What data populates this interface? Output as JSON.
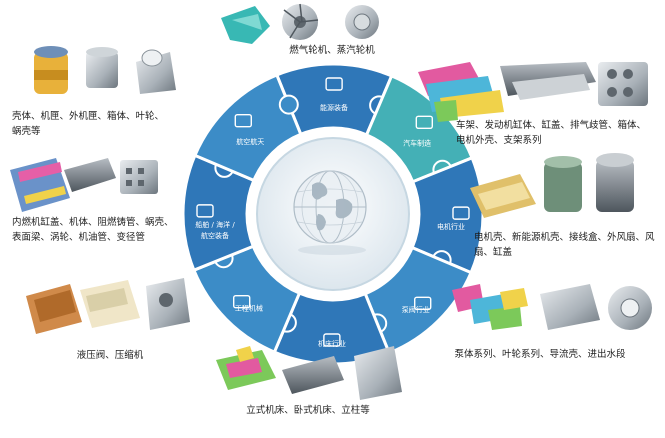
{
  "segments": [
    {
      "key": "energy",
      "label": "能源装备",
      "icon": "power-tower-icon"
    },
    {
      "key": "auto",
      "label": "汽车制造",
      "icon": "car-icon"
    },
    {
      "key": "motor",
      "label": "电机行业",
      "icon": "motor-icon"
    },
    {
      "key": "pump",
      "label": "泵阀行业",
      "icon": "valve-icon"
    },
    {
      "key": "machinetool",
      "label": "机床行业",
      "icon": "machine-tool-icon"
    },
    {
      "key": "engineering",
      "label": "工程机械",
      "icon": "gear-icon"
    },
    {
      "key": "ship",
      "label": [
        "船舶 / 海洋 /",
        "航空装备"
      ],
      "icon": "ship-icon"
    },
    {
      "key": "aero",
      "label": "航空航天",
      "icon": "airplane-icon"
    }
  ],
  "captions": {
    "turbine": "燃气轮机、蒸汽轮机",
    "auto": [
      "车架、发动机缸体、缸盖、排气歧管、箱体、",
      "电机外壳、支架系列"
    ],
    "motor": [
      "电机壳、新能源机壳、接线盒、外风扇、风",
      "扇、缸盖"
    ],
    "pump": "泵体系列、叶轮系列、导流壳、进出水段",
    "machinetool": "立式机床、卧式机床、立柱等",
    "hydraulic": "液压阀、压缩机",
    "engine": [
      "内燃机缸盖、机体、阻燃铸管、蜗壳、",
      "表面梁、涡轮、机油管、变径管"
    ],
    "shell": [
      "壳体、机匣、外机匣、箱体、叶轮、",
      "蜗壳等"
    ]
  },
  "colors": {
    "segment_blue": "#2f77b8",
    "segment_mid": "#3c8cc7",
    "segment_teal": "#44b0b6",
    "hub_inner": "#dfe9f0",
    "hub_ring": "#c6d7e2"
  }
}
